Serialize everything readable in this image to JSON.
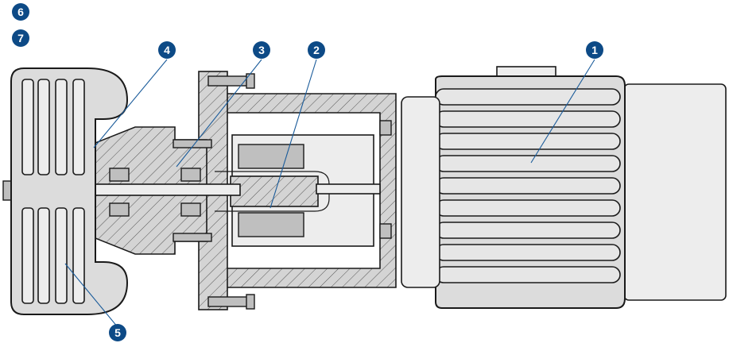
{
  "callouts": {
    "c1": "1",
    "c2": "2",
    "c3": "3",
    "c4": "4",
    "c5": "5",
    "c6": "6",
    "c7": "7"
  },
  "colors": {
    "callout_fill": "#0d4a86",
    "leader": "#1a5b9a"
  }
}
